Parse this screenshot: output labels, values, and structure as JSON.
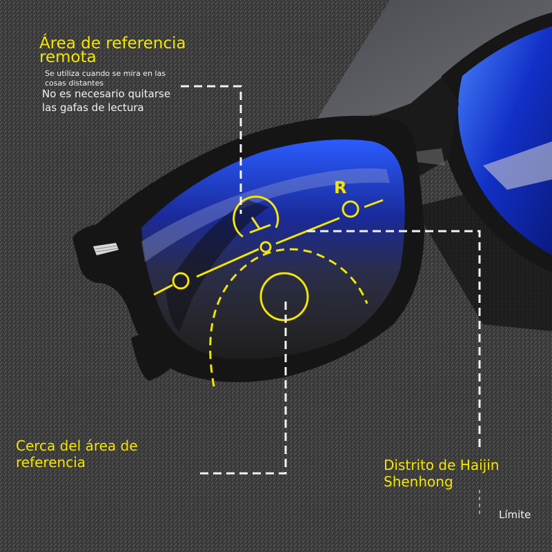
{
  "labels": {
    "far_zone": {
      "title_line1": "Área de referencia",
      "title_line2": "remota",
      "description_line1": "Se utiliza cuando se mira en las",
      "description_line2": "cosas distantes",
      "note_line1": "No es necesario quitarse",
      "note_line2": "las gafas de lectura"
    },
    "near_zone": {
      "title_line1": "Cerca del área de",
      "title_line2": "referencia"
    },
    "progressive_zone": {
      "title_line1": "Distrito de Haijin",
      "title_line2": "Shenhong"
    },
    "boundary": "Límite",
    "lens_marker": "R"
  },
  "colors": {
    "annotation_yellow": "#f5e600",
    "annotation_white": "#f2f2f2",
    "frame_black": "#141414",
    "lens_blue": "#1a3cc8",
    "background_gray": "#3a3a3a"
  }
}
